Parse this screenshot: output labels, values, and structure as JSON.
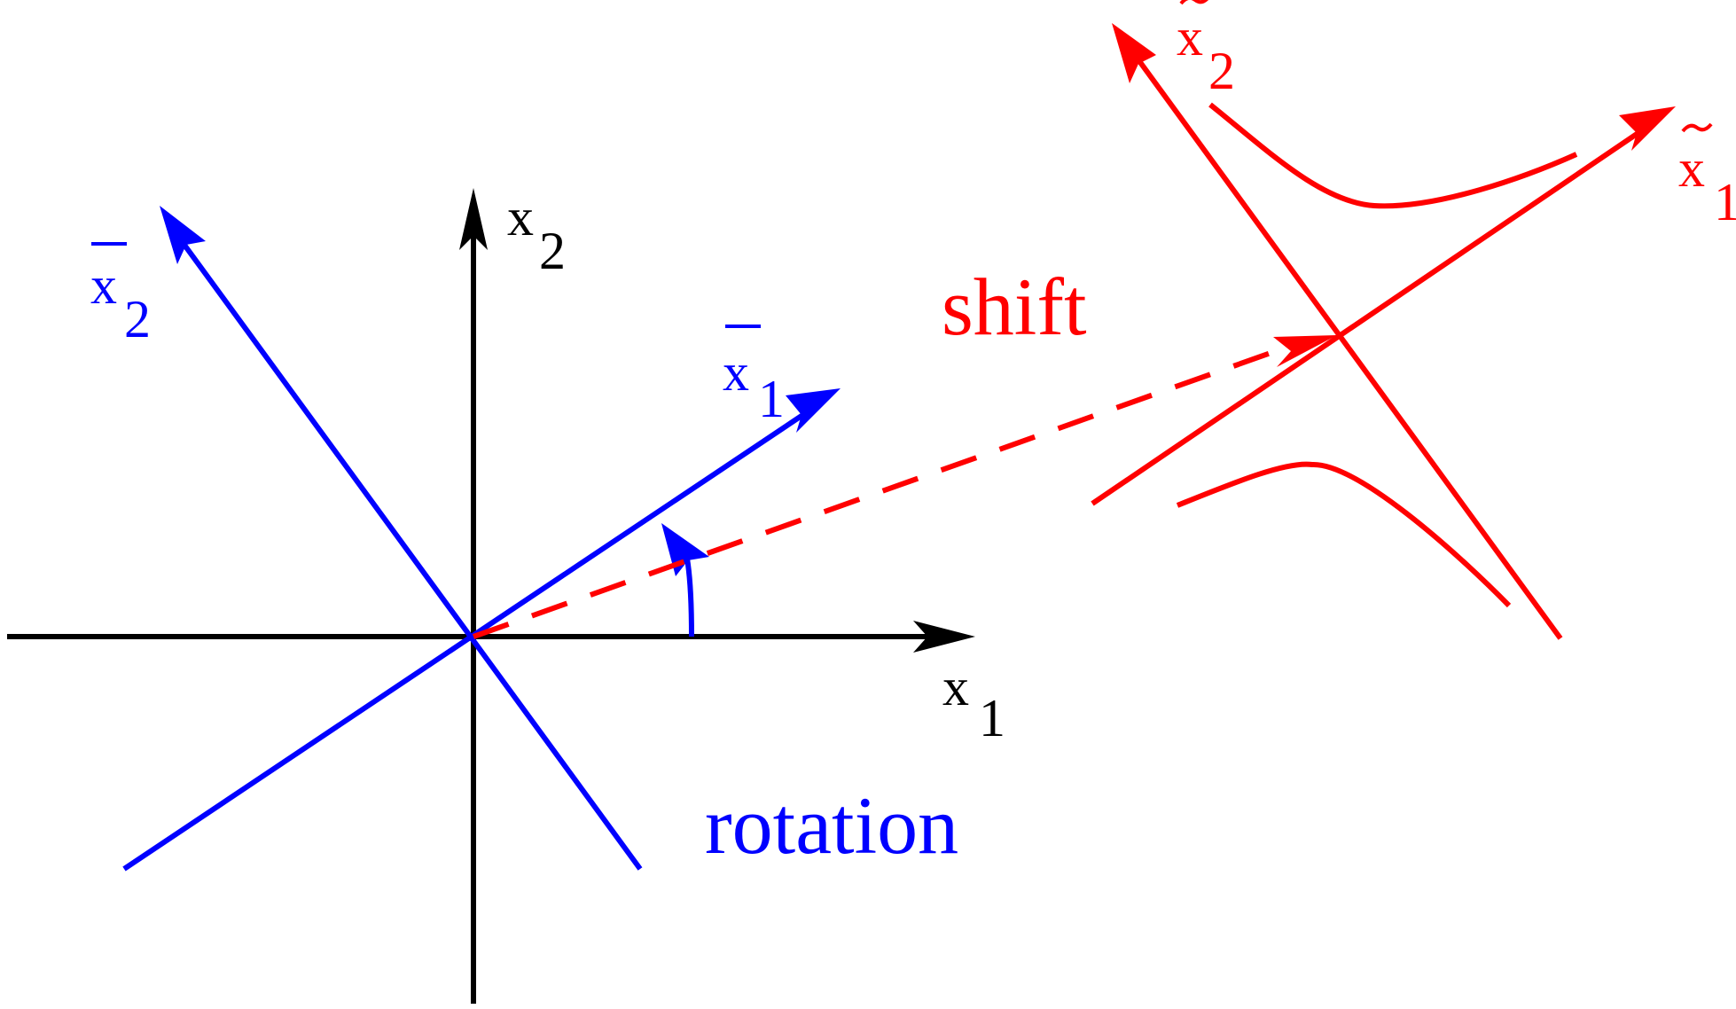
{
  "colors": {
    "original_axes": "#000000",
    "rotated_axes": "#0000ff",
    "shifted_axes": "#ff0000",
    "background": "#ffffff"
  },
  "labels": {
    "x1": {
      "base": "x",
      "sub": "1"
    },
    "x2": {
      "base": "x",
      "sub": "2"
    },
    "xbar1": {
      "base": "x",
      "sub": "1",
      "accent": "bar"
    },
    "xbar2": {
      "base": "x",
      "sub": "2",
      "accent": "bar"
    },
    "xtilde1": {
      "base": "x",
      "sub": "1",
      "accent": "tilde"
    },
    "xtilde2": {
      "base": "x",
      "sub": "2",
      "accent": "tilde"
    },
    "rotation": "rotation",
    "shift": "shift"
  },
  "icons": {
    "rotation_arc": "curved-arrow-icon",
    "shift_arrow": "dashed-arrow-icon"
  }
}
